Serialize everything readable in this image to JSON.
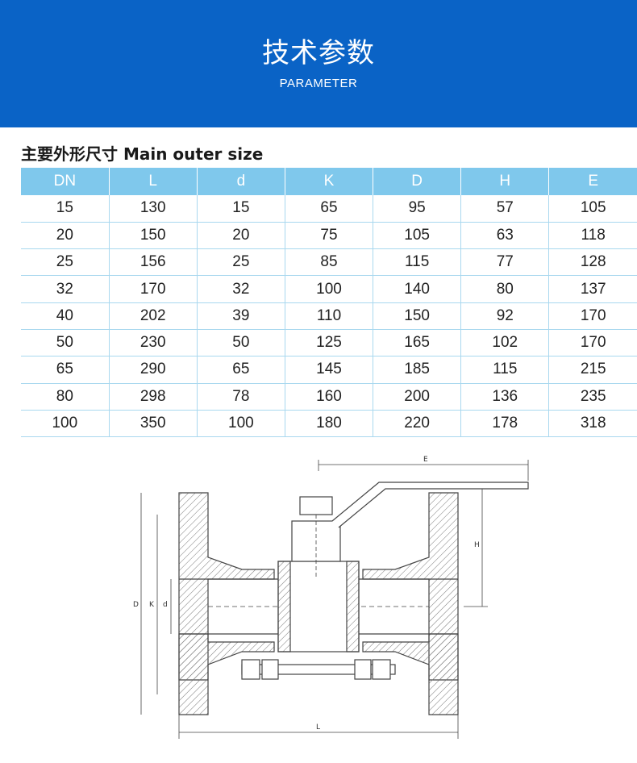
{
  "banner": {
    "title": "技术参数",
    "subtitle": "PARAMETER"
  },
  "section": {
    "title": "主要外形尺寸 Main outer size"
  },
  "table": {
    "headers": [
      "DN",
      "L",
      "d",
      "K",
      "D",
      "H",
      "E"
    ],
    "rows": [
      [
        "15",
        "130",
        "15",
        "65",
        "95",
        "57",
        "105"
      ],
      [
        "20",
        "150",
        "20",
        "75",
        "105",
        "63",
        "118"
      ],
      [
        "25",
        "156",
        "25",
        "85",
        "115",
        "77",
        "128"
      ],
      [
        "32",
        "170",
        "32",
        "100",
        "140",
        "80",
        "137"
      ],
      [
        "40",
        "202",
        "39",
        "110",
        "150",
        "92",
        "170"
      ],
      [
        "50",
        "230",
        "50",
        "125",
        "165",
        "102",
        "170"
      ],
      [
        "65",
        "290",
        "65",
        "145",
        "185",
        "115",
        "215"
      ],
      [
        "80",
        "298",
        "78",
        "160",
        "200",
        "136",
        "235"
      ],
      [
        "100",
        "350",
        "100",
        "180",
        "220",
        "178",
        "318"
      ]
    ]
  },
  "drawing": {
    "labels": {
      "E": "E",
      "H": "H",
      "D": "D",
      "K": "K",
      "d": "d",
      "L": "L"
    }
  }
}
